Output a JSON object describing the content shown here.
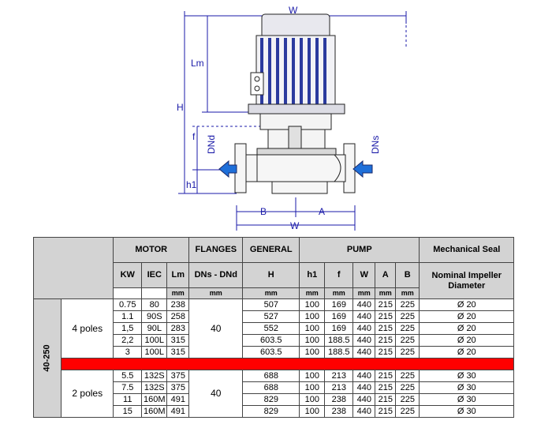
{
  "drawing": {
    "dim_labels": {
      "w_top": "W",
      "lm": "Lm",
      "h": "H",
      "f": "f",
      "h1": "h1",
      "dnd": "DNd",
      "dns": "DNs",
      "b": "B",
      "a": "A",
      "w_bottom": "W"
    },
    "colors": {
      "dimension": "#1a1aa8",
      "arrow": "#1e6fd9",
      "motor_fin": "#2b3a9e"
    }
  },
  "table": {
    "headers": {
      "motor": "MOTOR",
      "flanges": "FLANGES",
      "general": "GENERAL",
      "pump": "PUMP",
      "seal": "Mechanical Seal",
      "kw": "KW",
      "iec": "IEC",
      "lm": "Lm",
      "dns_dnd": "DNs - DNd",
      "h": "H",
      "h1": "h1",
      "f": "f",
      "w": "W",
      "a": "A",
      "b": "B",
      "seal_sub": "Nominal Impeller Diameter",
      "unit_mm": "mm"
    },
    "model": "40-250",
    "group_4p": {
      "label": "4 poles",
      "flange": "40",
      "rows": [
        [
          "0.75",
          "80",
          "238",
          "507",
          "100",
          "169",
          "440",
          "215",
          "225",
          "Ø 20"
        ],
        [
          "1.1",
          "90S",
          "258",
          "527",
          "100",
          "169",
          "440",
          "215",
          "225",
          "Ø 20"
        ],
        [
          "1,5",
          "90L",
          "283",
          "552",
          "100",
          "169",
          "440",
          "215",
          "225",
          "Ø 20"
        ],
        [
          "2,2",
          "100L",
          "315",
          "603.5",
          "100",
          "188.5",
          "440",
          "215",
          "225",
          "Ø 20"
        ],
        [
          "3",
          "100L",
          "315",
          "603.5",
          "100",
          "188.5",
          "440",
          "215",
          "225",
          "Ø 20"
        ]
      ]
    },
    "group_2p": {
      "label": "2 poles",
      "flange": "40",
      "rows": [
        [
          "5.5",
          "132S",
          "375",
          "688",
          "100",
          "213",
          "440",
          "215",
          "225",
          "Ø 30"
        ],
        [
          "7.5",
          "132S",
          "375",
          "688",
          "100",
          "213",
          "440",
          "215",
          "225",
          "Ø 30"
        ],
        [
          "11",
          "160M",
          "491",
          "829",
          "100",
          "238",
          "440",
          "215",
          "225",
          "Ø 30"
        ],
        [
          "15",
          "160M",
          "491",
          "829",
          "100",
          "238",
          "440",
          "215",
          "225",
          "Ø 30"
        ]
      ]
    }
  }
}
